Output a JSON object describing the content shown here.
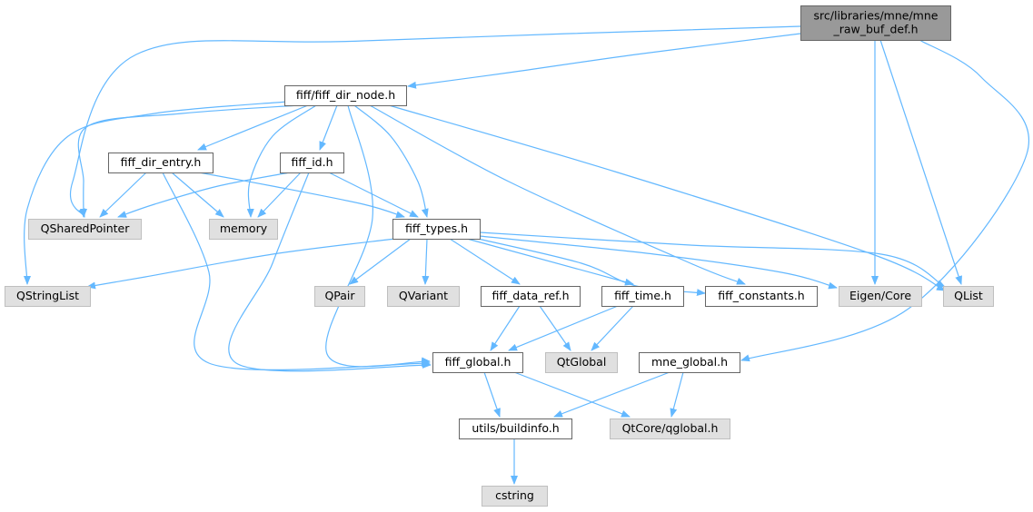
{
  "diagram": {
    "kind": "include-dependency-graph",
    "colors": {
      "edge": "#63b8ff",
      "root_fill": "#999999",
      "internal_fill": "#ffffff",
      "external_fill": "#e0e0e0",
      "border": "#666666"
    },
    "nodes": [
      {
        "id": "root",
        "lines": [
          "src/libraries/mne/mne",
          "_raw_buf_def.h"
        ],
        "style": "root"
      },
      {
        "id": "fiff_dir_node",
        "lines": [
          "fiff/fiff_dir_node.h"
        ],
        "style": "internal"
      },
      {
        "id": "fiff_dir_entry",
        "lines": [
          "fiff_dir_entry.h"
        ],
        "style": "internal"
      },
      {
        "id": "fiff_id",
        "lines": [
          "fiff_id.h"
        ],
        "style": "internal"
      },
      {
        "id": "qsharedpointer",
        "lines": [
          "QSharedPointer"
        ],
        "style": "external"
      },
      {
        "id": "memory",
        "lines": [
          "memory"
        ],
        "style": "external"
      },
      {
        "id": "fiff_types",
        "lines": [
          "fiff_types.h"
        ],
        "style": "internal"
      },
      {
        "id": "qstringlist",
        "lines": [
          "QStringList"
        ],
        "style": "external"
      },
      {
        "id": "qpair",
        "lines": [
          "QPair"
        ],
        "style": "external"
      },
      {
        "id": "qvariant",
        "lines": [
          "QVariant"
        ],
        "style": "external"
      },
      {
        "id": "fiff_data_ref",
        "lines": [
          "fiff_data_ref.h"
        ],
        "style": "internal"
      },
      {
        "id": "fiff_time",
        "lines": [
          "fiff_time.h"
        ],
        "style": "internal"
      },
      {
        "id": "fiff_constants",
        "lines": [
          "fiff_constants.h"
        ],
        "style": "internal"
      },
      {
        "id": "eigen_core",
        "lines": [
          "Eigen/Core"
        ],
        "style": "external"
      },
      {
        "id": "qlist",
        "lines": [
          "QList"
        ],
        "style": "external"
      },
      {
        "id": "fiff_global",
        "lines": [
          "fiff_global.h"
        ],
        "style": "internal"
      },
      {
        "id": "qtglobal",
        "lines": [
          "QtGlobal"
        ],
        "style": "external"
      },
      {
        "id": "mne_global",
        "lines": [
          "mne_global.h"
        ],
        "style": "internal"
      },
      {
        "id": "utils_buildinfo",
        "lines": [
          "utils/buildinfo.h"
        ],
        "style": "internal"
      },
      {
        "id": "qtcore_qglobal",
        "lines": [
          "QtCore/qglobal.h"
        ],
        "style": "external"
      },
      {
        "id": "cstring",
        "lines": [
          "cstring"
        ],
        "style": "external"
      }
    ],
    "edges": [
      {
        "from": "root",
        "to": "fiff_dir_node"
      },
      {
        "from": "root",
        "to": "qsharedpointer"
      },
      {
        "from": "root",
        "to": "eigen_core"
      },
      {
        "from": "root",
        "to": "qlist"
      },
      {
        "from": "root",
        "to": "mne_global"
      },
      {
        "from": "fiff_dir_node",
        "to": "fiff_dir_entry"
      },
      {
        "from": "fiff_dir_node",
        "to": "fiff_id"
      },
      {
        "from": "fiff_dir_node",
        "to": "qsharedpointer"
      },
      {
        "from": "fiff_dir_node",
        "to": "memory"
      },
      {
        "from": "fiff_dir_node",
        "to": "fiff_types"
      },
      {
        "from": "fiff_dir_node",
        "to": "qstringlist"
      },
      {
        "from": "fiff_dir_node",
        "to": "fiff_global"
      },
      {
        "from": "fiff_dir_node",
        "to": "fiff_constants"
      },
      {
        "from": "fiff_dir_node",
        "to": "qlist"
      },
      {
        "from": "fiff_dir_entry",
        "to": "qsharedpointer"
      },
      {
        "from": "fiff_dir_entry",
        "to": "memory"
      },
      {
        "from": "fiff_dir_entry",
        "to": "fiff_types"
      },
      {
        "from": "fiff_dir_entry",
        "to": "fiff_global"
      },
      {
        "from": "fiff_id",
        "to": "qsharedpointer"
      },
      {
        "from": "fiff_id",
        "to": "memory"
      },
      {
        "from": "fiff_id",
        "to": "fiff_types"
      },
      {
        "from": "fiff_id",
        "to": "fiff_global"
      },
      {
        "from": "fiff_types",
        "to": "qstringlist"
      },
      {
        "from": "fiff_types",
        "to": "qpair"
      },
      {
        "from": "fiff_types",
        "to": "qvariant"
      },
      {
        "from": "fiff_types",
        "to": "fiff_data_ref"
      },
      {
        "from": "fiff_types",
        "to": "fiff_time"
      },
      {
        "from": "fiff_types",
        "to": "fiff_constants"
      },
      {
        "from": "fiff_types",
        "to": "eigen_core"
      },
      {
        "from": "fiff_types",
        "to": "qlist"
      },
      {
        "from": "fiff_data_ref",
        "to": "fiff_global"
      },
      {
        "from": "fiff_data_ref",
        "to": "qtglobal"
      },
      {
        "from": "fiff_time",
        "to": "fiff_global"
      },
      {
        "from": "fiff_time",
        "to": "qtglobal"
      },
      {
        "from": "fiff_global",
        "to": "utils_buildinfo"
      },
      {
        "from": "fiff_global",
        "to": "qtcore_qglobal"
      },
      {
        "from": "mne_global",
        "to": "utils_buildinfo"
      },
      {
        "from": "mne_global",
        "to": "qtcore_qglobal"
      },
      {
        "from": "utils_buildinfo",
        "to": "cstring"
      }
    ]
  }
}
